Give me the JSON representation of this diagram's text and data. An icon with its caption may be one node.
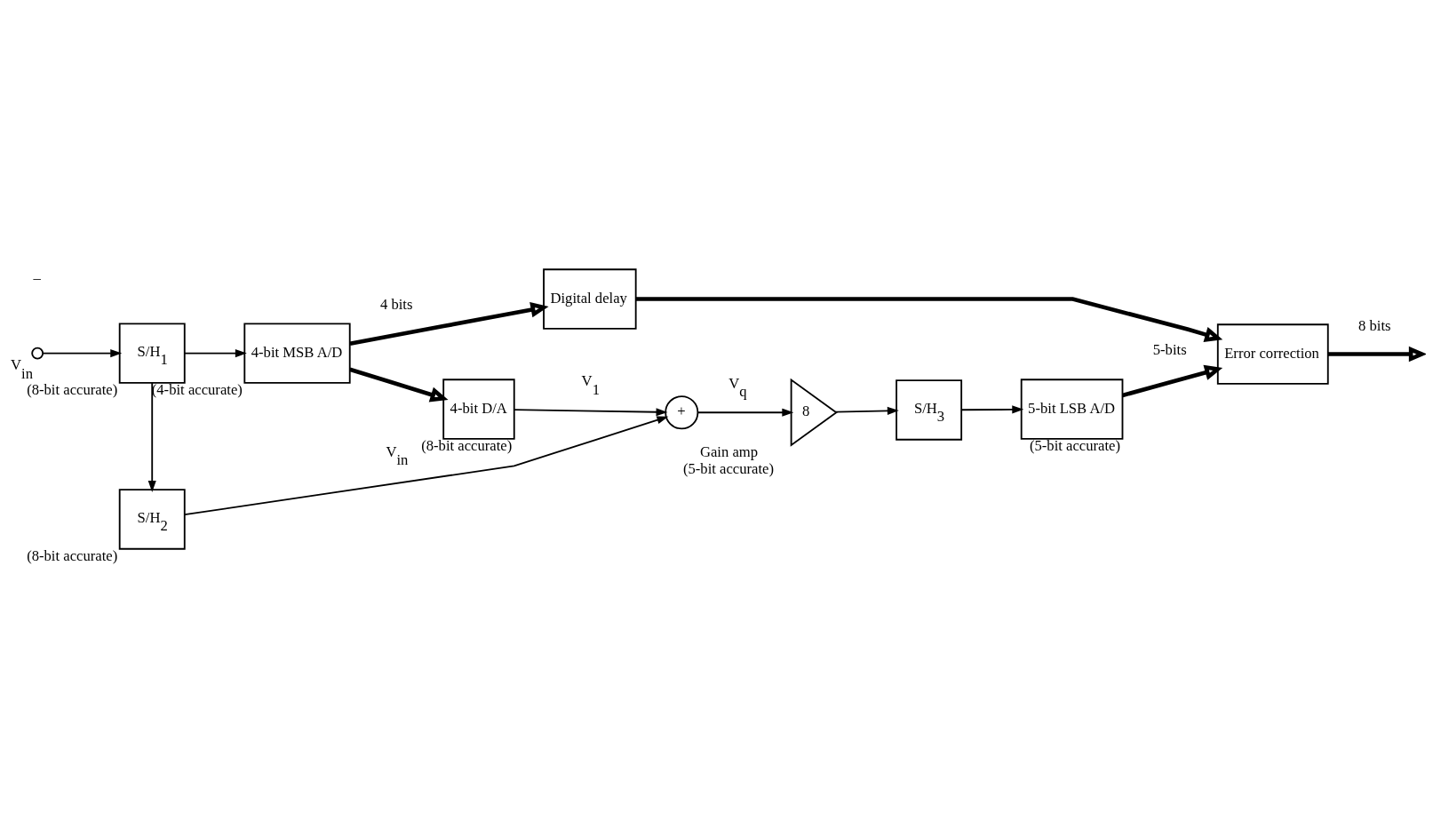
{
  "diagram": {
    "nodes": [
      {
        "text": [],
        "shape": "circle",
        "beside": [
          "V$_{in}$"
        ]
      },
      {
        "text": [
          "S/H$_{1}$"
        ],
        "beside": [
          "(8-bit accurate)"
        ]
      },
      {
        "text": [
          "4-bit MSB A/D"
        ],
        "beside": [
          "(4-bit accurate)"
        ]
      },
      {
        "text": [
          "S/H$_{2}$"
        ],
        "beside": [
          "(8-bit accurate)"
        ]
      },
      {
        "text": [
          "4-bit D/A"
        ],
        "beside": [
          "(8-bit accurate)"
        ]
      },
      {
        "text": [
          "+"
        ]
      },
      {
        "text": [
          "8"
        ],
        "beside": [
          "Gain amp",
          "(5-bit accurate)"
        ]
      },
      {
        "text": [
          "S/H$_{3}$"
        ]
      },
      {
        "text": [
          "5-bit LSB A/D"
        ],
        "beside": [
          "(5-bit accurate)"
        ]
      },
      {
        "text": [
          "Digital delay"
        ]
      },
      {
        "text": [
          "Error correction"
        ]
      }
    ],
    "edges": [
      {
        "from": 0,
        "to": 1,
        "arrow": "to"
      },
      {
        "from": 1,
        "to": 2,
        "arrow": "to"
      },
      {
        "from": 1,
        "to": 3,
        "arrow": "to"
      },
      {
        "from": 2,
        "to": 4,
        "arrow": "to",
        "style": "thick"
      },
      {
        "from": 3,
        "to": 5,
        "arrow": "to",
        "label": "V$_{in}$"
      },
      {
        "from": 4,
        "to": 5,
        "arrow": "to",
        "label": "V$_{1}$"
      },
      {
        "from": 5,
        "to": 6,
        "arrow": "to",
        "label": "V$_{q}$"
      },
      {
        "from": 6,
        "to": 7,
        "arrow": "to"
      },
      {
        "from": 7,
        "to": 8,
        "arrow": "to"
      },
      {
        "from": 2,
        "to": 9,
        "arrow": "to",
        "style": "thick",
        "label": "4 bits"
      },
      {
        "from": 9,
        "to": 10,
        "arrow": "to",
        "style": "thick"
      },
      {
        "from": 8,
        "to": 10,
        "arrow": "to",
        "style": "thick",
        "label": "5-bits"
      },
      {
        "from": 10,
        "to": null,
        "arrow": "to",
        "style": "thick",
        "label": "8 bits"
      }
    ],
    "labels": [
      "–"
    ]
  }
}
